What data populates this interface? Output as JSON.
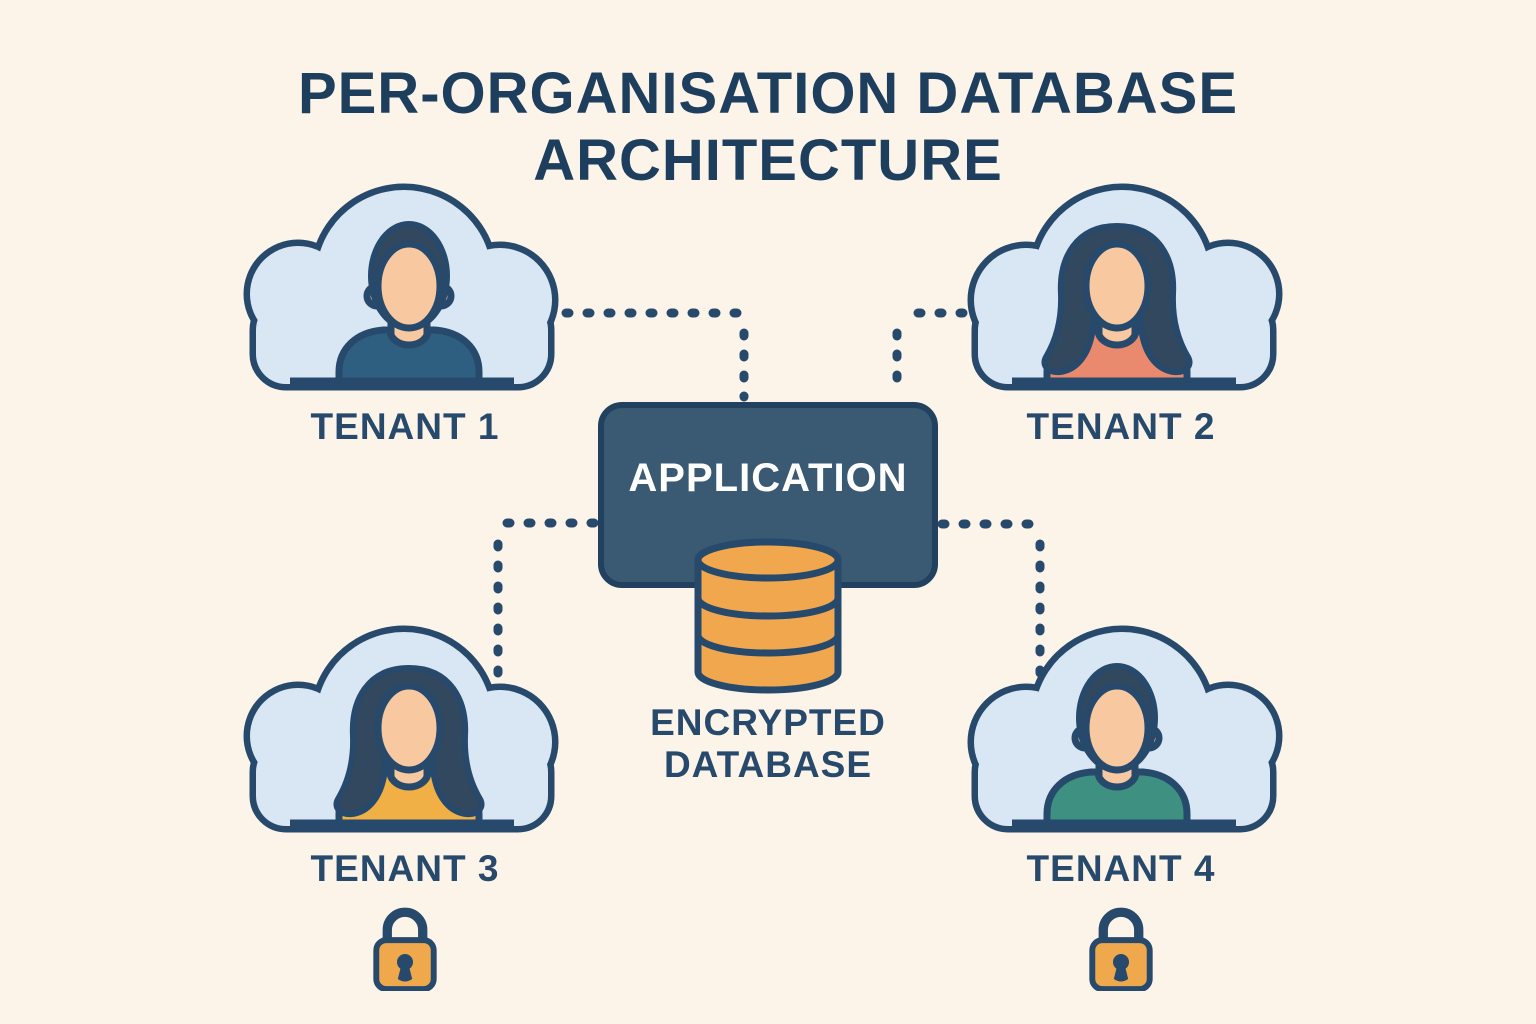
{
  "title": {
    "line1": "PER-ORGANISATION DATABASE",
    "line2": "ARCHITECTURE"
  },
  "application": {
    "label": "APPLICATION"
  },
  "database": {
    "label_line1": "ENCRYPTED",
    "label_line2": "DATABASE"
  },
  "tenants": [
    {
      "id": "tenant-1",
      "label": "TENANT 1",
      "avatar": "male",
      "shirt_color": "#2f5f80",
      "locked": false,
      "position": "top-left"
    },
    {
      "id": "tenant-2",
      "label": "TENANT 2",
      "avatar": "female",
      "shirt_color": "#e98a6e",
      "locked": false,
      "position": "top-right"
    },
    {
      "id": "tenant-3",
      "label": "TENANT 3",
      "avatar": "female",
      "shirt_color": "#f0b045",
      "locked": true,
      "position": "bottom-left"
    },
    {
      "id": "tenant-4",
      "label": "TENANT 4",
      "avatar": "male",
      "shirt_color": "#3e9181",
      "locked": true,
      "position": "bottom-right"
    }
  ],
  "icons": [
    "cloud-icon",
    "person-avatar",
    "database-icon",
    "lock-icon"
  ],
  "colors": {
    "background": "#fdf4e9",
    "outline": "#27496b",
    "title_text": "#1e3e5e",
    "label_text": "#27496b",
    "cloud_fill": "#d9e7f4",
    "app_box_fill": "#3a5a74",
    "app_box_border": "#22415e",
    "app_text": "#ffffff",
    "db_fill": "#f0a74e",
    "lock_fill": "#f0a84d",
    "skin": "#f8c9a1",
    "hair": "#31485f",
    "connector": "#27496b"
  }
}
